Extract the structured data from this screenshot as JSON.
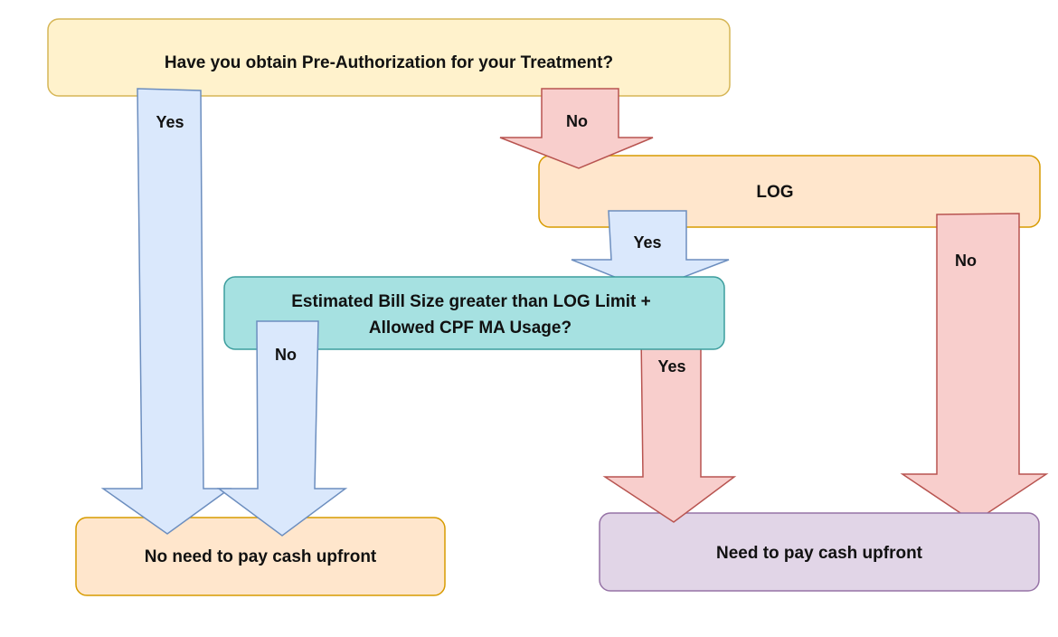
{
  "diagram": {
    "nodes": {
      "question": {
        "text": "Have you obtain Pre-Authorization for your Treatment?",
        "fill": "#fff2cc",
        "stroke": "#d6b656"
      },
      "log": {
        "text": "LOG",
        "fill": "#ffe6cc",
        "stroke": "#d79b00"
      },
      "bill": {
        "line1": "Estimated Bill Size greater than LOG Limit +",
        "line2": "Allowed CPF MA Usage?",
        "fill": "#a6e1e1",
        "stroke": "#3c9d9d"
      },
      "no_cash": {
        "text": "No need to pay cash upfront",
        "fill": "#ffe6cc",
        "stroke": "#d79b00"
      },
      "pay_cash": {
        "text": "Need to pay cash upfront",
        "fill": "#e1d5e7",
        "stroke": "#9673a6"
      }
    },
    "edges": {
      "question_yes": {
        "label": "Yes",
        "fill": "#dae8fc",
        "stroke": "#6c8ebf"
      },
      "question_no": {
        "label": "No",
        "fill": "#f8cecc",
        "stroke": "#b85450"
      },
      "log_yes": {
        "label": "Yes",
        "fill": "#dae8fc",
        "stroke": "#6c8ebf"
      },
      "log_no": {
        "label": "No",
        "fill": "#f8cecc",
        "stroke": "#b85450"
      },
      "bill_no": {
        "label": "No",
        "fill": "#dae8fc",
        "stroke": "#6c8ebf"
      },
      "bill_yes": {
        "label": "Yes",
        "fill": "#f8cecc",
        "stroke": "#b85450"
      }
    }
  }
}
